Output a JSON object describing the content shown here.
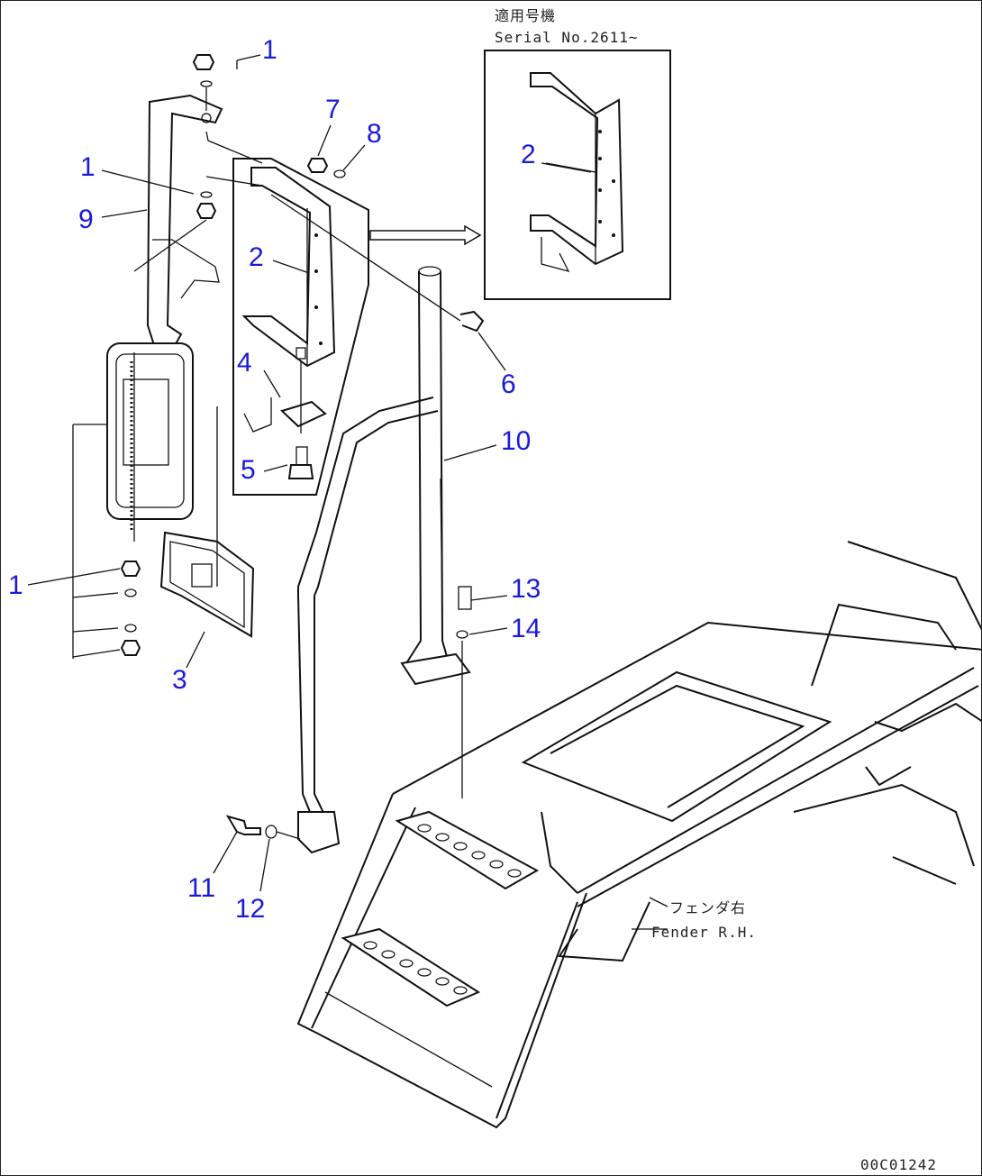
{
  "callouts": [
    {
      "id": "c1a",
      "text": "1"
    },
    {
      "id": "c1b",
      "text": "1"
    },
    {
      "id": "c1c",
      "text": "1"
    },
    {
      "id": "c2a",
      "text": "2"
    },
    {
      "id": "c2b",
      "text": "2"
    },
    {
      "id": "c3",
      "text": "3"
    },
    {
      "id": "c4",
      "text": "4"
    },
    {
      "id": "c5",
      "text": "5"
    },
    {
      "id": "c6",
      "text": "6"
    },
    {
      "id": "c7",
      "text": "7"
    },
    {
      "id": "c8",
      "text": "8"
    },
    {
      "id": "c9",
      "text": "9"
    },
    {
      "id": "c10",
      "text": "10"
    },
    {
      "id": "c11",
      "text": "11"
    },
    {
      "id": "c12",
      "text": "12"
    },
    {
      "id": "c13",
      "text": "13"
    },
    {
      "id": "c14",
      "text": "14"
    }
  ],
  "inset": {
    "jp_label": "適用号機",
    "serial_label": "Serial No.2611~"
  },
  "fender": {
    "jp_label": "フェンダ右",
    "en_label": "Fender R.H."
  },
  "drawing_code": "00C01242"
}
